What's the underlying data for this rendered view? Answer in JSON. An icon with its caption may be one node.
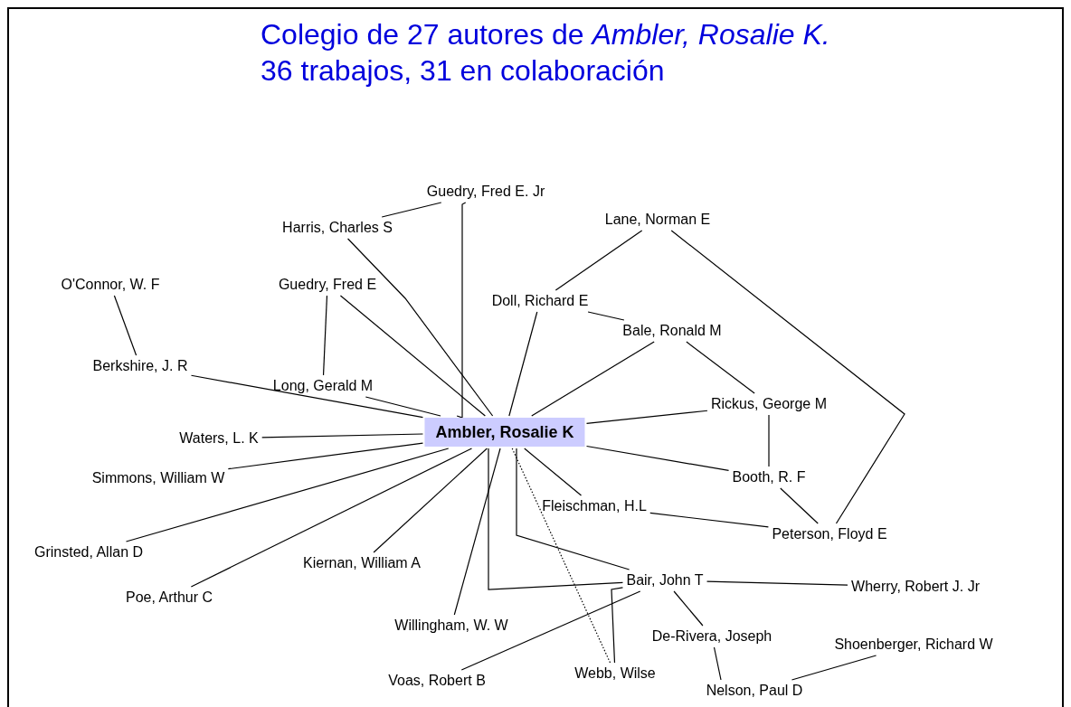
{
  "diagram": {
    "title": "Colegio de 27 autores de *Ambler, Rosalie K.*",
    "nodes": [
      {
        "text": [
          "Ambler, Rosalie K"
        ]
      },
      {
        "text": [
          "Guedry, Fred E. Jr"
        ]
      },
      {
        "text": [
          "Harris, Charles S"
        ]
      },
      {
        "text": [
          "Lane, Norman E"
        ]
      },
      {
        "text": [
          "O'Connor, W. F"
        ]
      },
      {
        "text": [
          "Guedry, Fred E"
        ]
      },
      {
        "text": [
          "Doll, Richard E"
        ]
      },
      {
        "text": [
          "Bale, Ronald M"
        ]
      },
      {
        "text": [
          "Berkshire, J. R"
        ]
      },
      {
        "text": [
          "Long, Gerald M"
        ]
      },
      {
        "text": [
          "Rickus, George M"
        ]
      },
      {
        "text": [
          "Waters, L. K"
        ]
      },
      {
        "text": [
          "Simmons, William W"
        ]
      },
      {
        "text": [
          "Booth, R. F"
        ]
      },
      {
        "text": [
          "Fleischman, H.L"
        ]
      },
      {
        "text": [
          "Peterson, Floyd E"
        ]
      },
      {
        "text": [
          "Grinsted, Allan D"
        ]
      },
      {
        "text": [
          "Kiernan, William A"
        ]
      },
      {
        "text": [
          "Poe, Arthur C"
        ]
      },
      {
        "text": [
          "Bair, John T"
        ]
      },
      {
        "text": [
          "Wherry, Robert J. Jr"
        ]
      },
      {
        "text": [
          "Willingham, W. W"
        ]
      },
      {
        "text": [
          "De-Rivera, Joseph"
        ]
      },
      {
        "text": [
          "Shoenberger, Richard W"
        ]
      },
      {
        "text": [
          "Voas, Robert B"
        ]
      },
      {
        "text": [
          "Webb, Wilse"
        ]
      },
      {
        "text": [
          "Nelson, Paul D"
        ]
      }
    ],
    "edges": [
      {
        "from": 0,
        "to": 1,
        "arrow": "none"
      },
      {
        "from": 0,
        "to": 2,
        "arrow": "none"
      },
      {
        "from": 0,
        "to": 5,
        "arrow": "none"
      },
      {
        "from": 0,
        "to": 9,
        "arrow": "none"
      },
      {
        "from": 0,
        "to": 8,
        "arrow": "none"
      },
      {
        "from": 0,
        "to": 11,
        "arrow": "none"
      },
      {
        "from": 0,
        "to": 12,
        "arrow": "none"
      },
      {
        "from": 0,
        "to": 16,
        "arrow": "none"
      },
      {
        "from": 0,
        "to": 18,
        "arrow": "none"
      },
      {
        "from": 0,
        "to": 17,
        "arrow": "none"
      },
      {
        "from": 0,
        "to": 21,
        "arrow": "none"
      },
      {
        "from": 0,
        "to": 6,
        "arrow": "none"
      },
      {
        "from": 0,
        "to": 7,
        "arrow": "none"
      },
      {
        "from": 0,
        "to": 10,
        "arrow": "none"
      },
      {
        "from": 0,
        "to": 13,
        "arrow": "none"
      },
      {
        "from": 0,
        "to": 14,
        "arrow": "none"
      },
      {
        "from": 0,
        "to": 19,
        "arrow": "none"
      },
      {
        "from": 0,
        "to": 19,
        "arrow": "none"
      },
      {
        "from": 0,
        "to": 25,
        "arrow": "none",
        "style": "dashed"
      },
      {
        "from": 1,
        "to": 2,
        "arrow": "none"
      },
      {
        "from": 5,
        "to": 9,
        "arrow": "none"
      },
      {
        "from": 4,
        "to": 8,
        "arrow": "none"
      },
      {
        "from": 3,
        "to": 6,
        "arrow": "none"
      },
      {
        "from": 3,
        "to": 15,
        "arrow": "none"
      },
      {
        "from": 6,
        "to": 7,
        "arrow": "none"
      },
      {
        "from": 7,
        "to": 10,
        "arrow": "none"
      },
      {
        "from": 10,
        "to": 13,
        "arrow": "none"
      },
      {
        "from": 13,
        "to": 15,
        "arrow": "none"
      },
      {
        "from": 14,
        "to": 15,
        "arrow": "none"
      },
      {
        "from": 19,
        "to": 24,
        "arrow": "none"
      },
      {
        "from": 19,
        "to": 25,
        "arrow": "none"
      },
      {
        "from": 19,
        "to": 20,
        "arrow": "none"
      },
      {
        "from": 19,
        "to": 22,
        "arrow": "none"
      },
      {
        "from": 22,
        "to": 26,
        "arrow": "none"
      },
      {
        "from": 26,
        "to": 23,
        "arrow": "none"
      }
    ],
    "labels": [
      "36 trabajos, 31 en colaboración"
    ]
  }
}
